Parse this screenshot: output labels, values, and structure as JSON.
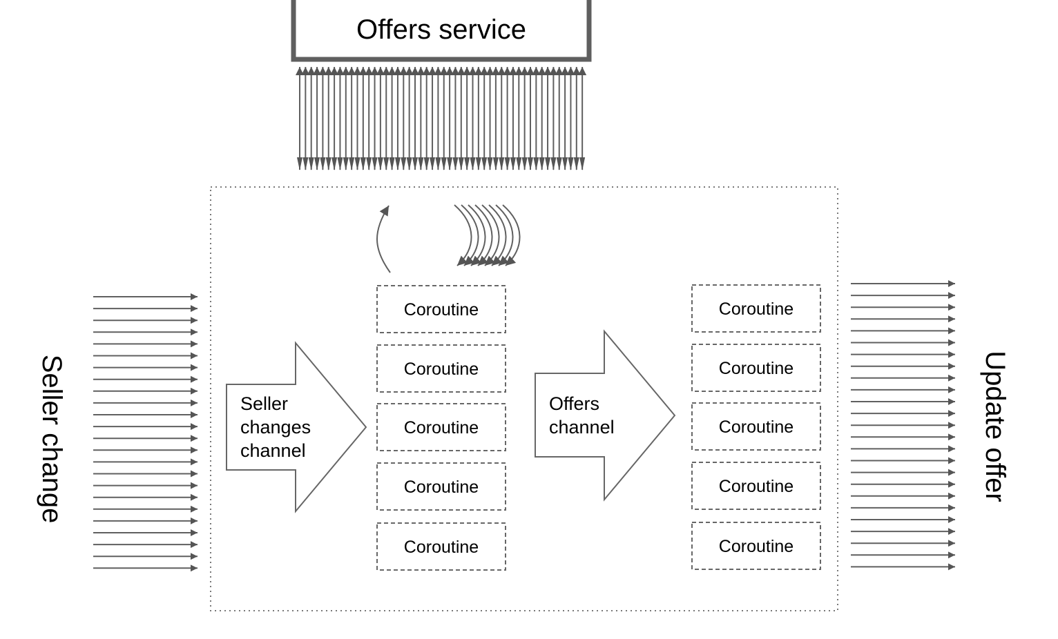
{
  "service": {
    "title": "Offers service"
  },
  "left_label": "Seller change",
  "right_label": "Update offer",
  "seller_channel": {
    "lines": [
      "Seller",
      "changes",
      "channel"
    ]
  },
  "offers_channel": {
    "lines": [
      "Offers",
      "channel"
    ]
  },
  "left_workers": [
    "Coroutine",
    "Coroutine",
    "Coroutine",
    "Coroutine",
    "Coroutine"
  ],
  "right_workers": [
    "Coroutine",
    "Coroutine",
    "Coroutine",
    "Coroutine",
    "Coroutine"
  ],
  "colors": {
    "stroke": "#5f5f5f",
    "fill": "#555555",
    "box_border": "#666666",
    "text": "#000000"
  }
}
